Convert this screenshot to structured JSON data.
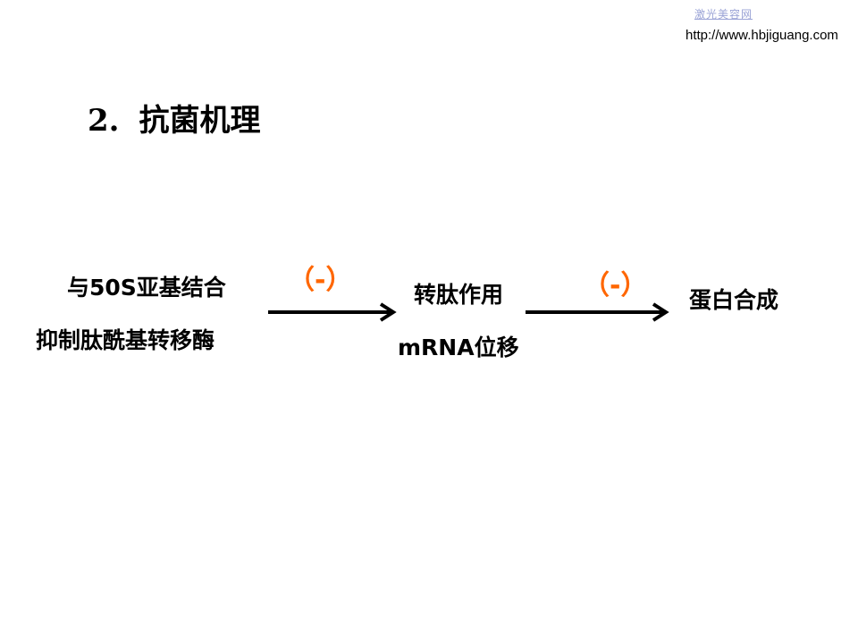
{
  "header": {
    "watermark_text": "激光美容网",
    "site_url": "http://www.hbjiguang.com"
  },
  "slide": {
    "title_number": "2.",
    "title_text": "抗菌机理"
  },
  "flow": {
    "step1_line1": "与50S亚基结合",
    "step1_line2": "抑制肽酰基转移酶",
    "inhibit_sign_1": "（-）",
    "step2_line1": "转肽作用",
    "step2_line2": "mRNA位移",
    "inhibit_sign_2": "（-）",
    "step3": "蛋白合成"
  },
  "colors": {
    "inhibit_sign": "#ff6600",
    "arrow": "#000000",
    "watermark": "#9aa3d6"
  }
}
